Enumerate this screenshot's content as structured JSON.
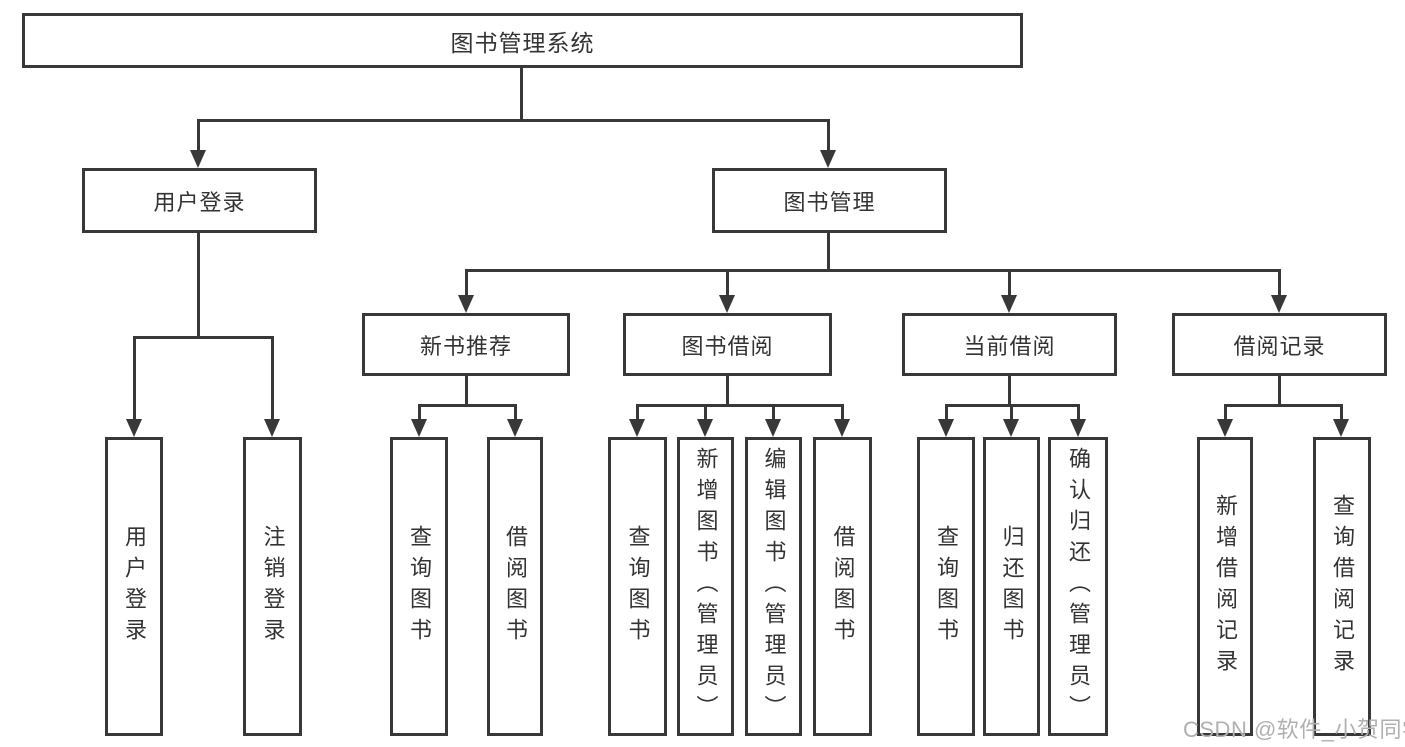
{
  "diagram": {
    "root": {
      "label": "图书管理系统"
    },
    "branches": [
      {
        "label": "用户登录",
        "children": [
          {
            "label": "用户登录"
          },
          {
            "label": "注销登录"
          }
        ]
      },
      {
        "label": "图书管理",
        "groups": [
          {
            "label": "新书推荐",
            "children": [
              {
                "label": "查询图书"
              },
              {
                "label": "借阅图书"
              }
            ]
          },
          {
            "label": "图书借阅",
            "children": [
              {
                "label": "查询图书"
              },
              {
                "label": "新增图书（管理员）"
              },
              {
                "label": "编辑图书（管理员）"
              },
              {
                "label": "借阅图书"
              }
            ]
          },
          {
            "label": "当前借阅",
            "children": [
              {
                "label": "查询图书"
              },
              {
                "label": "归还图书"
              },
              {
                "label": "确认归还（管理员）"
              }
            ]
          },
          {
            "label": "借阅记录",
            "children": [
              {
                "label": "新增借阅记录"
              },
              {
                "label": "查询借阅记录"
              }
            ]
          }
        ]
      }
    ]
  },
  "watermark": {
    "text": "CSDN @软件_小贺同学"
  },
  "colors": {
    "line": "#383838",
    "text": "#333333",
    "watermark": "#b0b0b0",
    "background": "#ffffff"
  }
}
